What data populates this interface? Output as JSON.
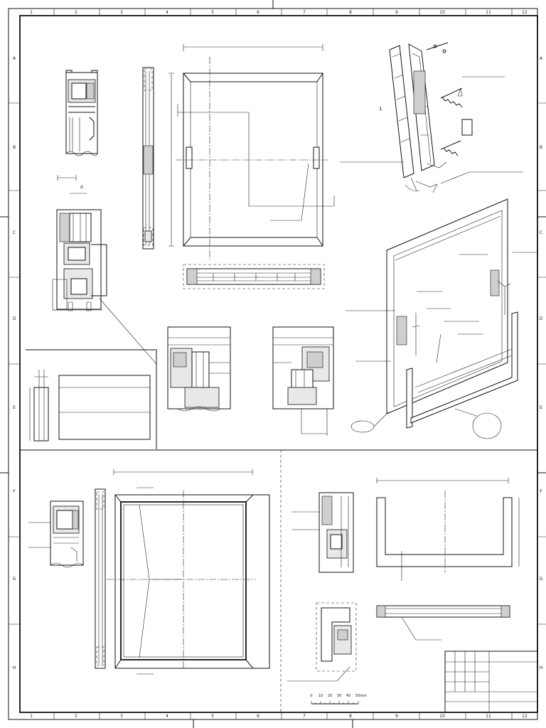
{
  "frame": {
    "col_labels": [
      "1",
      "2",
      "3",
      "4",
      "5",
      "6",
      "7",
      "8",
      "9",
      "10",
      "11",
      "12"
    ],
    "row_labels": [
      "A",
      "B",
      "C",
      "D",
      "E",
      "F",
      "G",
      "H"
    ]
  },
  "annotations": {
    "d_mark": "d",
    "one_mark": "1"
  },
  "scale_bar": {
    "ticks": [
      "0",
      "10",
      "20",
      "30",
      "40",
      "50mm"
    ]
  },
  "title_block": {
    "rows": 5
  }
}
